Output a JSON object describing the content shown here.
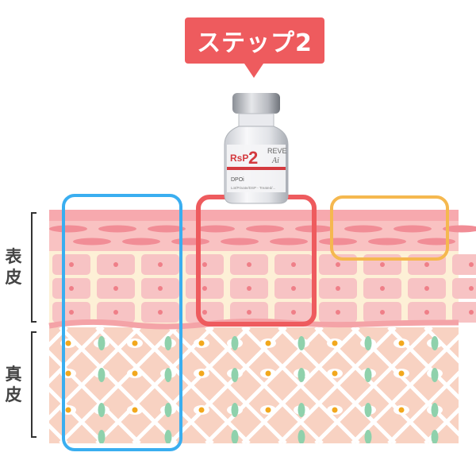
{
  "step_badge": {
    "label": "ステップ2",
    "color": "#ee5b5e"
  },
  "vial": {
    "brand": "RsP",
    "number": "2",
    "side_text": "REVE",
    "side_text_2": "Ai",
    "maker": "DPOi",
    "fine_print": "Lot/Private/DSP - Treated/..."
  },
  "layers": {
    "epidermis": {
      "chars": [
        "表",
        "皮"
      ]
    },
    "dermis": {
      "chars": [
        "真",
        "皮"
      ]
    }
  },
  "highlight_boxes": [
    {
      "name": "blue-frame",
      "color": "#3aaef0"
    },
    {
      "name": "red-frame",
      "color": "#ee5b5e"
    },
    {
      "name": "orange-frame",
      "color": "#f5b84f"
    }
  ],
  "colors": {
    "horny_layer": "#f7a9ae",
    "granular_layer": "#f9c2c2",
    "spinous_layer": "#fdf0d6",
    "cell": "#f7c3c4",
    "membrane": "#f4a3a7",
    "dermis": "#f8d2c2",
    "fiber": "#ffffff",
    "fibroblast": "#f2a81d",
    "green_node": "#8fd1ac"
  }
}
